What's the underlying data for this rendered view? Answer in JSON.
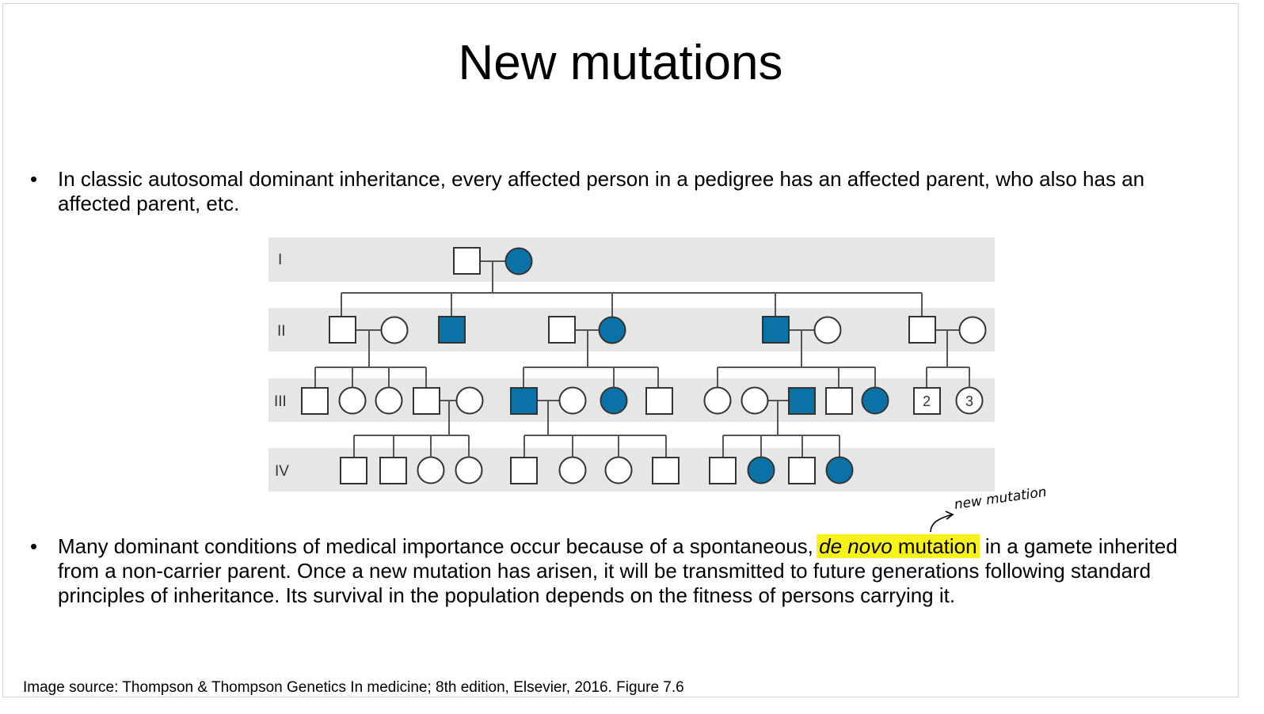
{
  "slide": {
    "title": "New mutations",
    "bullet_1": "In classic autosomal dominant inheritance, every affected person in a pedigree has an affected parent, who also has an affected parent, etc.",
    "bullet_2_before": "Many dominant conditions of medical importance occur because of a spontaneous, ",
    "bullet_2_highlight_italic": "de novo",
    "bullet_2_highlight_rest": " mutation",
    "bullet_2_after": " in a gamete inherited from a non-carrier parent. Once a new mutation has arisen, it will be transmitted to future generations following standard principles of inheritance. Its survival in the population depends on the fitness of persons carrying it.",
    "handwritten_note": "new mutation",
    "caption": "Image source: Thompson & Thompson Genetics In medicine; 8th edition, Elsevier, 2016. Figure 7.6"
  },
  "pedigree": {
    "generation_labels": [
      "I",
      "II",
      "III",
      "IV"
    ],
    "sibship_counts": [
      "2",
      "3"
    ],
    "affected_color": "#0a72a6",
    "band_color": "#e6e6e6",
    "highlight_color": "#f6f21a"
  }
}
